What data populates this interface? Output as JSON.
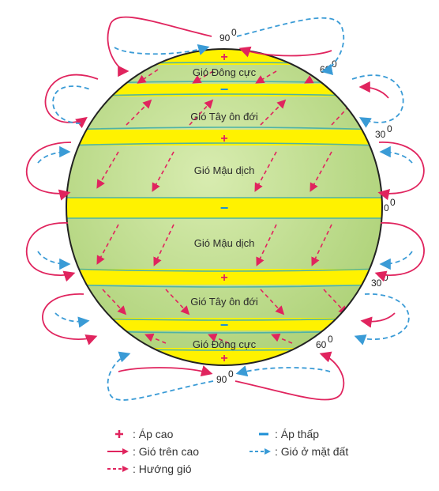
{
  "latitudes": {
    "north_pole": "90",
    "north_60": "60",
    "north_30": "30",
    "equator": "0",
    "south_30": "30",
    "south_60": "60",
    "south_pole": "90",
    "degree_mark": "0"
  },
  "zones": {
    "north_polar_easterlies": "Gió Đông cực",
    "north_westerlies": "Gió Tây ôn đới",
    "north_trade_winds": "Gió Mậu dịch",
    "south_trade_winds": "Gió Mậu dịch",
    "south_westerlies": "Gió Tây ôn đới",
    "south_polar_easterlies": "Gió Đông cực"
  },
  "pressure_symbols": {
    "high": "+",
    "low": "−"
  },
  "legend": {
    "high_pressure": ": Áp cao",
    "low_pressure": ": Áp thấp",
    "upper_wind": ": Gió trên cao",
    "surface_wind": ": Gió ở mặt đất",
    "wind_direction": ": Hướng gió"
  },
  "colors": {
    "globe_green": "#b9db8a",
    "band_yellow": "#fff200",
    "high_pressure": "#e0245e",
    "low_pressure": "#1d8fd6",
    "upper_wind": "#e0245e",
    "surface_wind": "#3a9bd6",
    "wind_direction": "#e0245e"
  }
}
